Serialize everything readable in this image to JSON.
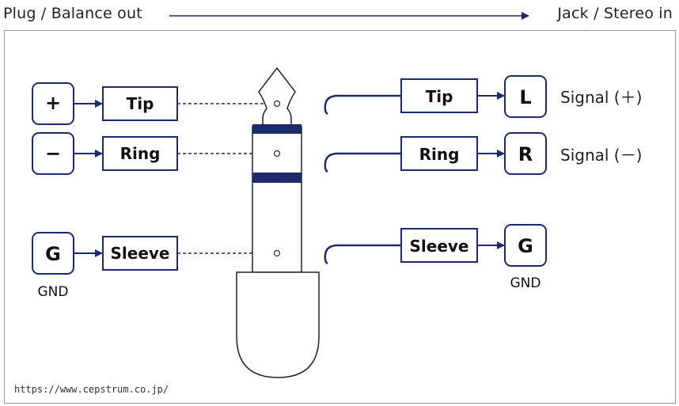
{
  "header": {
    "left": "Plug / Balance out",
    "right": "Jack / Stereo in"
  },
  "plug_side": {
    "symbols": [
      "+",
      "−",
      "G"
    ],
    "contacts": [
      "Tip",
      "Ring",
      "Sleeve"
    ],
    "gnd_label": "GND"
  },
  "jack_side": {
    "contacts": [
      "Tip",
      "Ring",
      "Sleeve"
    ],
    "symbols": [
      "L",
      "R",
      "G"
    ],
    "signals": [
      "Signal (＋)",
      "Signal (－)"
    ],
    "gnd_label": "GND"
  },
  "footer": {
    "url": "https://www.cepstrum.co.jp/"
  },
  "colors": {
    "navy": "#1c2c6b",
    "plug_stroke": "#222222",
    "box_text": "#111111"
  }
}
